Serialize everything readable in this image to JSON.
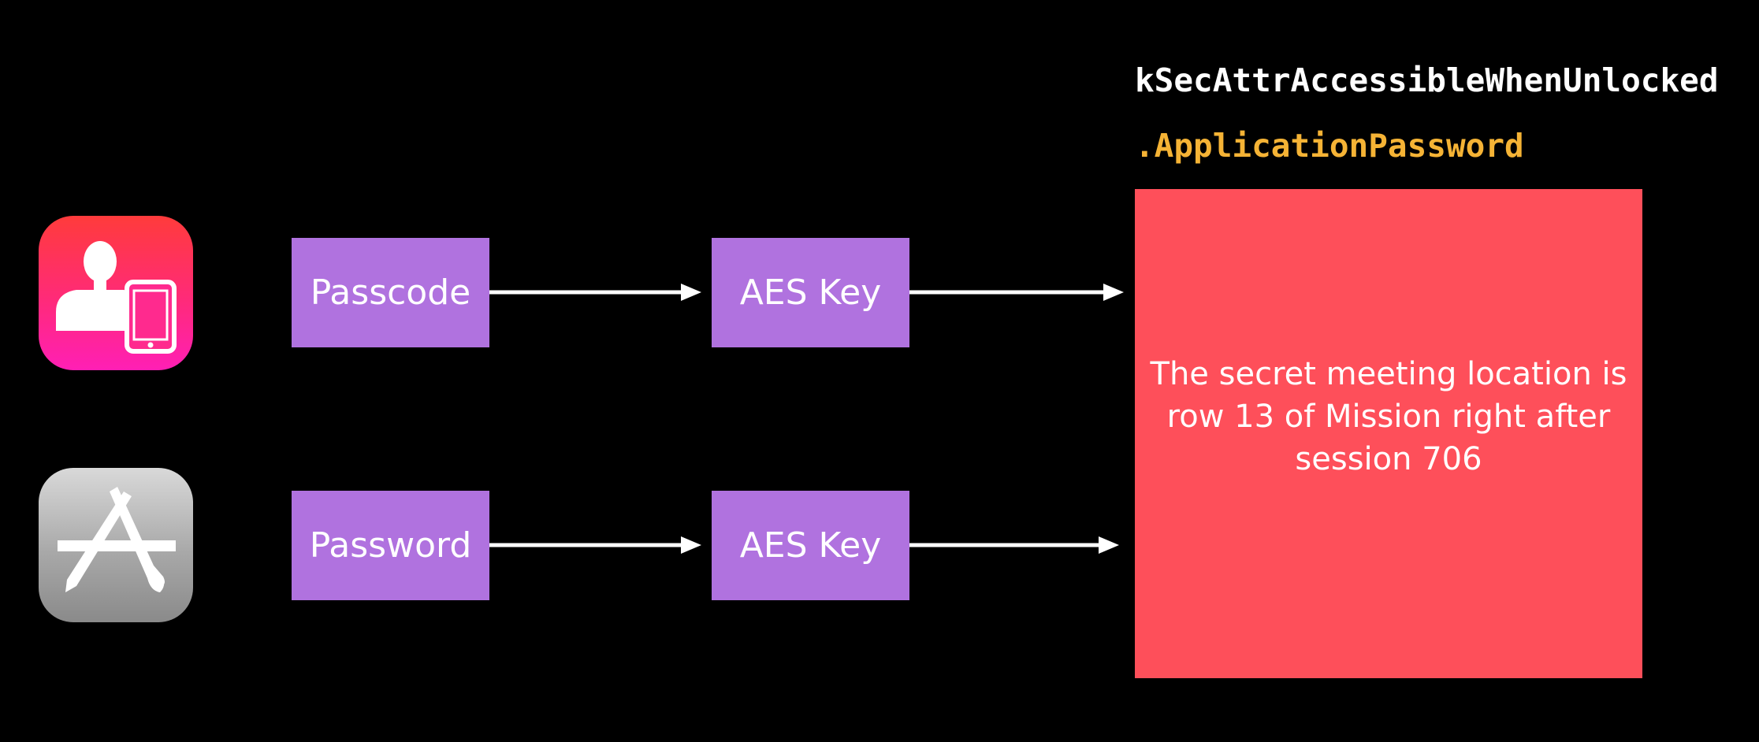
{
  "code": {
    "constant": "kSecAttrAccessibleWhenUnlocked",
    "flag": ".ApplicationPassword"
  },
  "icons": {
    "top": "contacts-tablet-icon",
    "bottom": "app-store-icon"
  },
  "rows": [
    {
      "input_label": "Passcode",
      "key_label": "AES Key"
    },
    {
      "input_label": "Password",
      "key_label": "AES Key"
    }
  ],
  "secret": {
    "text": "The secret meeting location is row 13 of Mission right after session 706"
  },
  "colors": {
    "background": "#000000",
    "box": "#b072df",
    "secret_box": "#fe4f5a",
    "code_constant": "#ffffff",
    "code_flag": "#f5b335",
    "arrow": "#ffffff"
  }
}
